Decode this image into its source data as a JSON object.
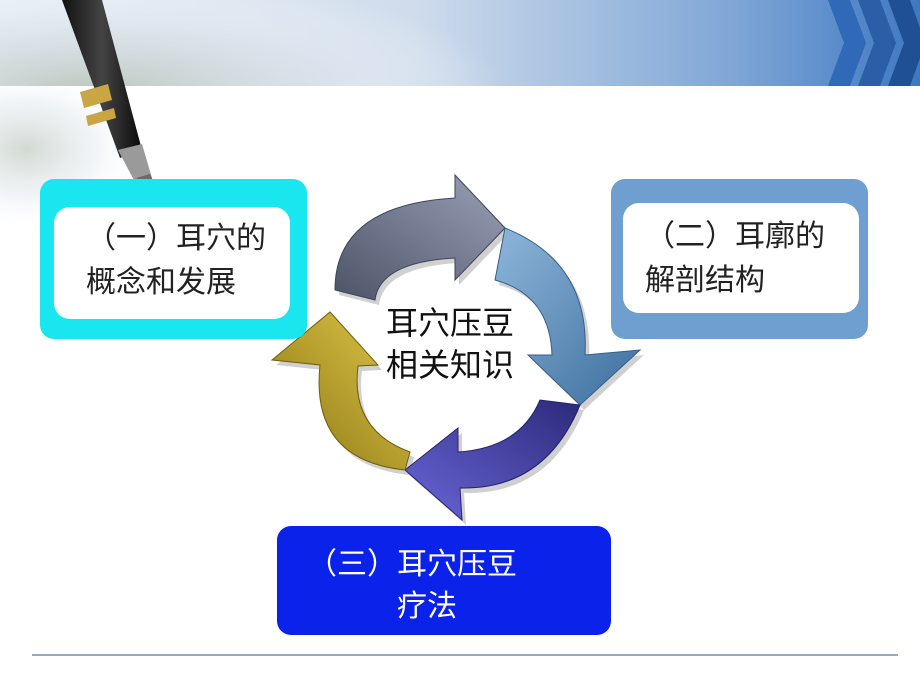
{
  "center_label": {
    "line1": "耳穴压豆",
    "line2": "相关知识"
  },
  "items": [
    {
      "line1": "（一）耳穴的",
      "line2": "概念和发展"
    },
    {
      "line1": "（二）耳廓的",
      "line2": "解剖结构"
    },
    {
      "line1": "（三）耳穴压豆",
      "line2": "疗法"
    }
  ],
  "colors": {
    "box1": "#19e6ef",
    "box2": "#6e9fd0",
    "box3": "#0a22ea",
    "arrow_top": "#6f7791",
    "arrow_right": "#5a8fbd",
    "arrow_bottom": "#3e3aa3",
    "arrow_left": "#b89c1e",
    "rule_line": "#7c8ab3"
  },
  "icons": [
    "fountain-pen-icon"
  ]
}
